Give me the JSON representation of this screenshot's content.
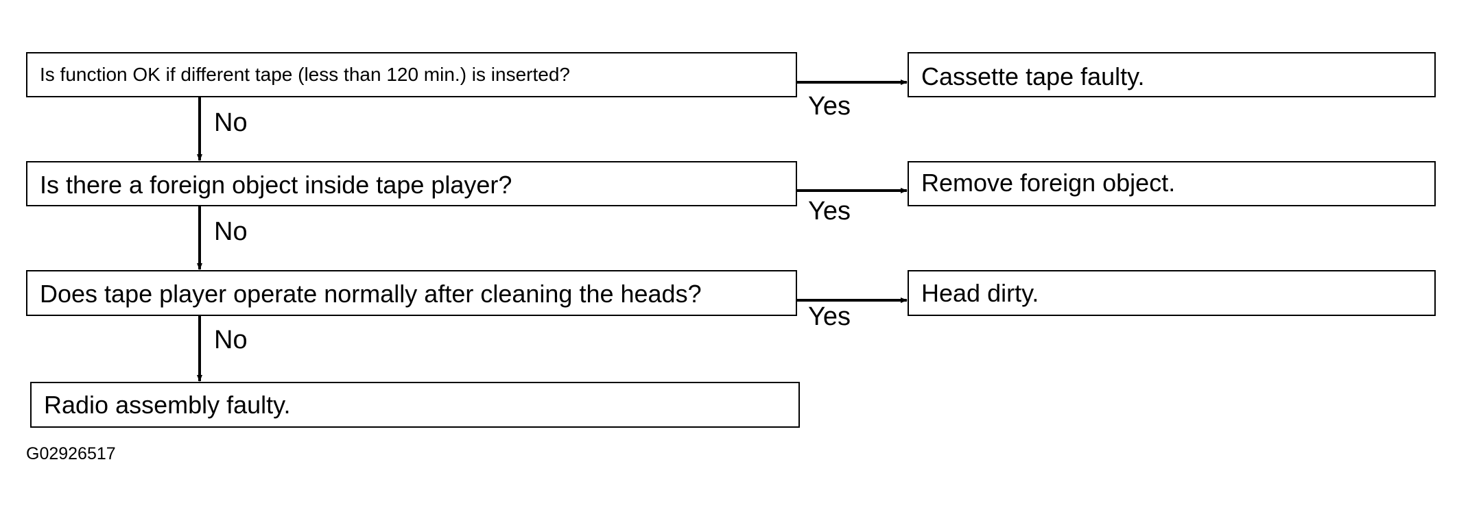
{
  "questions": [
    {
      "text": "Is function OK if different tape (less than 120 min.) is inserted?"
    },
    {
      "text": "Is there a foreign object inside tape player?"
    },
    {
      "text": "Does tape player operate normally after cleaning the heads?"
    }
  ],
  "outcomes": [
    {
      "text": "Cassette tape faulty."
    },
    {
      "text": "Remove foreign object."
    },
    {
      "text": "Head dirty."
    }
  ],
  "final": {
    "text": "Radio assembly faulty."
  },
  "labels": {
    "yes": "Yes",
    "no": "No"
  },
  "figure_id": "G02926517"
}
